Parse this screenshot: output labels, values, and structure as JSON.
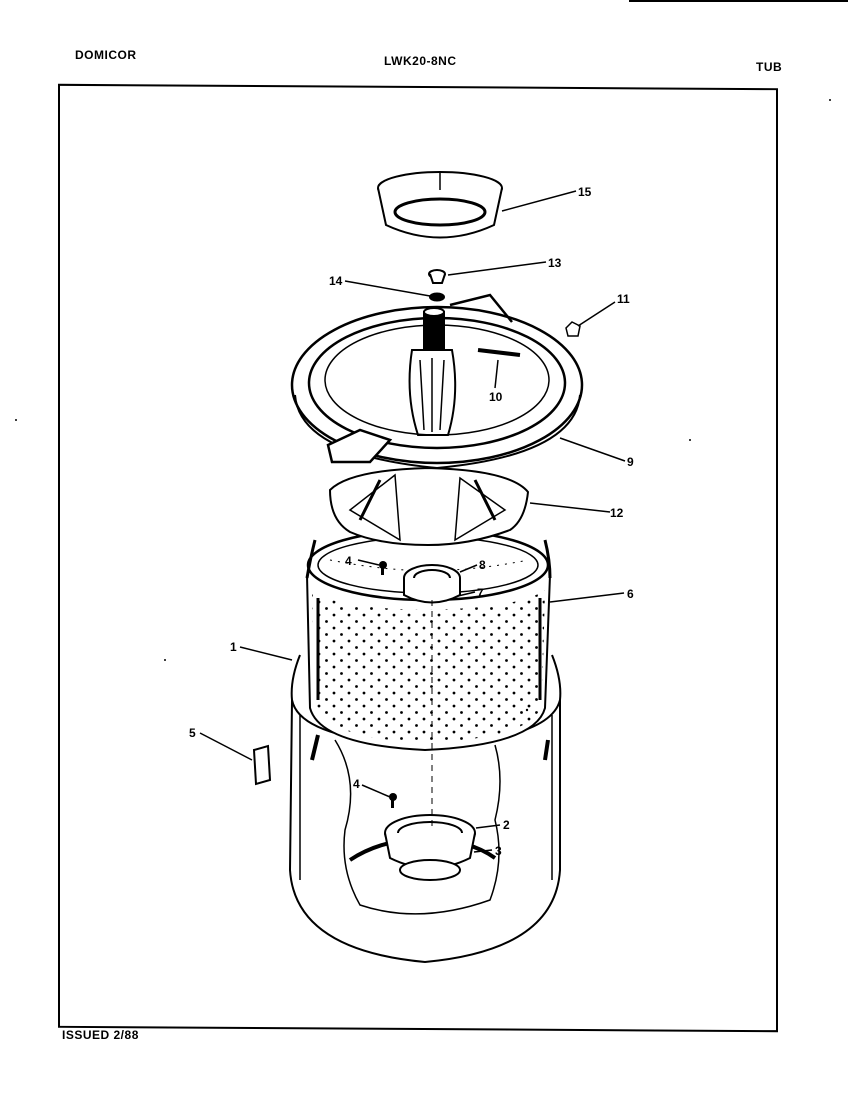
{
  "header": {
    "brand": "DOMICOR",
    "model": "LWK20-8NC",
    "section": "TUB"
  },
  "footer": {
    "issued": "ISSUED 2/88"
  },
  "callouts": {
    "c1": "1",
    "c2": "2",
    "c3": "3",
    "c4a": "4",
    "c4b": "4",
    "c5": "5",
    "c6": "6",
    "c7": "7",
    "c8": "8",
    "c9": "9",
    "c10": "10",
    "c11": "11",
    "c12": "12",
    "c13": "13",
    "c14": "14",
    "c15": "15"
  }
}
